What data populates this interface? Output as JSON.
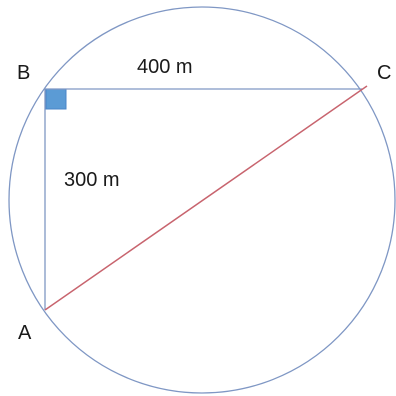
{
  "diagram": {
    "points": {
      "a": "A",
      "b": "B",
      "c": "C"
    },
    "measurements": {
      "bc": "400 m",
      "ab": "300 m"
    },
    "colors": {
      "circle": "#7f97c4",
      "sides": "#7f97c4",
      "diagonal": "#c8646e",
      "right_angle_fill": "#5b9bd5",
      "right_angle_stroke": "#4a86c8",
      "text": "#1a1a1a"
    }
  }
}
